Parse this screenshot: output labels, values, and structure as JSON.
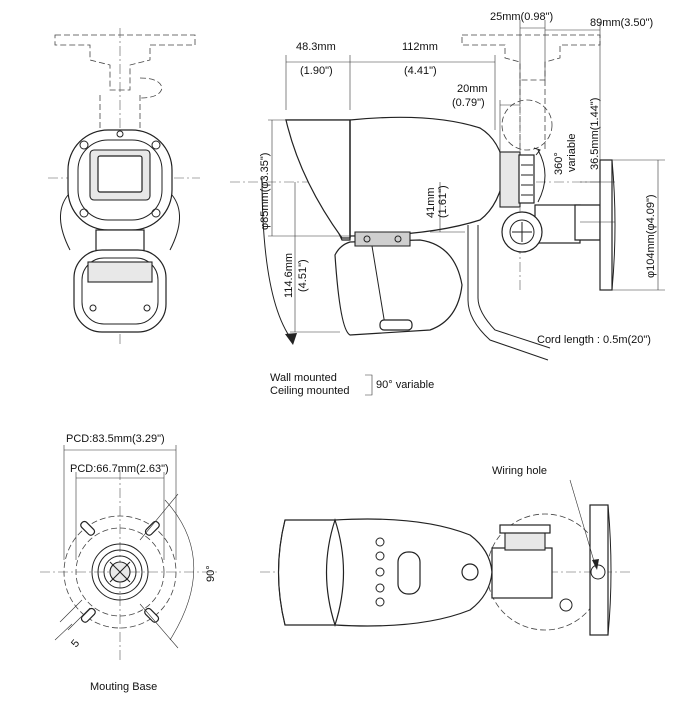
{
  "labels": {
    "dim_25mm": "25mm(0.98\")",
    "dim_89mm": "89mm(3.50\")",
    "dim_48mm": "48.3mm",
    "dim_48in": "(1.90\")",
    "dim_112mm": "112mm",
    "dim_112in": "(4.41\")",
    "dim_20mm": "20mm",
    "dim_20in": "(0.79\")",
    "rot_360": "360°",
    "rot_variable": "variable",
    "dim_36mm": "36.5mm(1.44\")",
    "dim_85mm": "φ85mm(φ3.35\")",
    "dim_41mm": "41mm",
    "dim_41in": "(1.61\")",
    "dim_114mm": "114.6mm",
    "dim_114in": "(4.51\")",
    "dim_104mm": "φ104mm(φ4.09\")",
    "cord_length": "Cord length : 0.5m(20\")",
    "wall_mounted": "Wall mounted",
    "ceiling_mounted": "Ceiling mounted",
    "tilt_variable": "90° variable",
    "pcd_outer": "PCD:83.5mm(3.29\")",
    "pcd_inner": "PCD:66.7mm(2.63\")",
    "angle_90": "90°",
    "dim_5": "5",
    "wiring_hole": "Wiring hole",
    "mounting_base": "Mouting Base"
  }
}
